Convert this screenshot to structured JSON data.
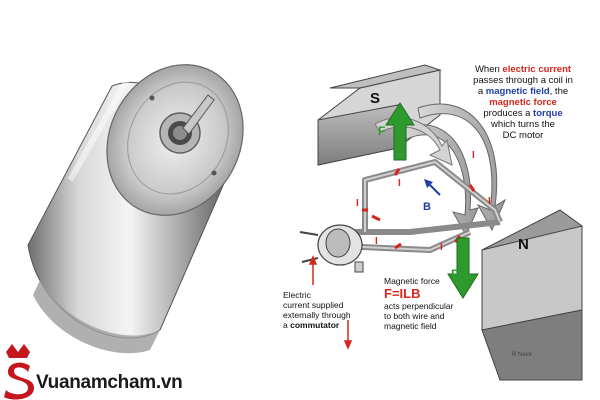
{
  "diagram": {
    "caption": {
      "line1_a": "When ",
      "line1_red": "electric current",
      "line2": "passes through a  coil in",
      "line3_a": "a ",
      "line3_blue": "magnetic field",
      "line3_b": ", the",
      "line4_red": "magnetic force",
      "line5_a": "produces a ",
      "line5_blue": "torque",
      "line6": "which turns the",
      "line7": "DC motor"
    },
    "pole_s": "S",
    "pole_n": "N",
    "force_top": "F",
    "force_bottom": "F",
    "field_label": "B",
    "current_marks": [
      "I",
      "I",
      "I",
      "I",
      "I",
      "I"
    ],
    "left_note": {
      "line1": "Electric",
      "line2": "current supplied",
      "line3": "externally through",
      "line4_a": "a ",
      "line4_bold": "commutator"
    },
    "force_note": {
      "title": "Magnetic force",
      "formula": "F=ILB",
      "line1": "acts perpendicular",
      "line2": "to both wire and",
      "line3": "magnetic field"
    },
    "credit": "R Nave"
  },
  "brand": {
    "name": "Vuanamcham.vn",
    "logo_letter": "S"
  },
  "colors": {
    "arrow_green": "#2e9a2e",
    "magnet_gray": "#8f8f8f",
    "text_red": "#d7261e",
    "text_blue": "#1f3fa6",
    "brand_red": "#c4161c"
  }
}
